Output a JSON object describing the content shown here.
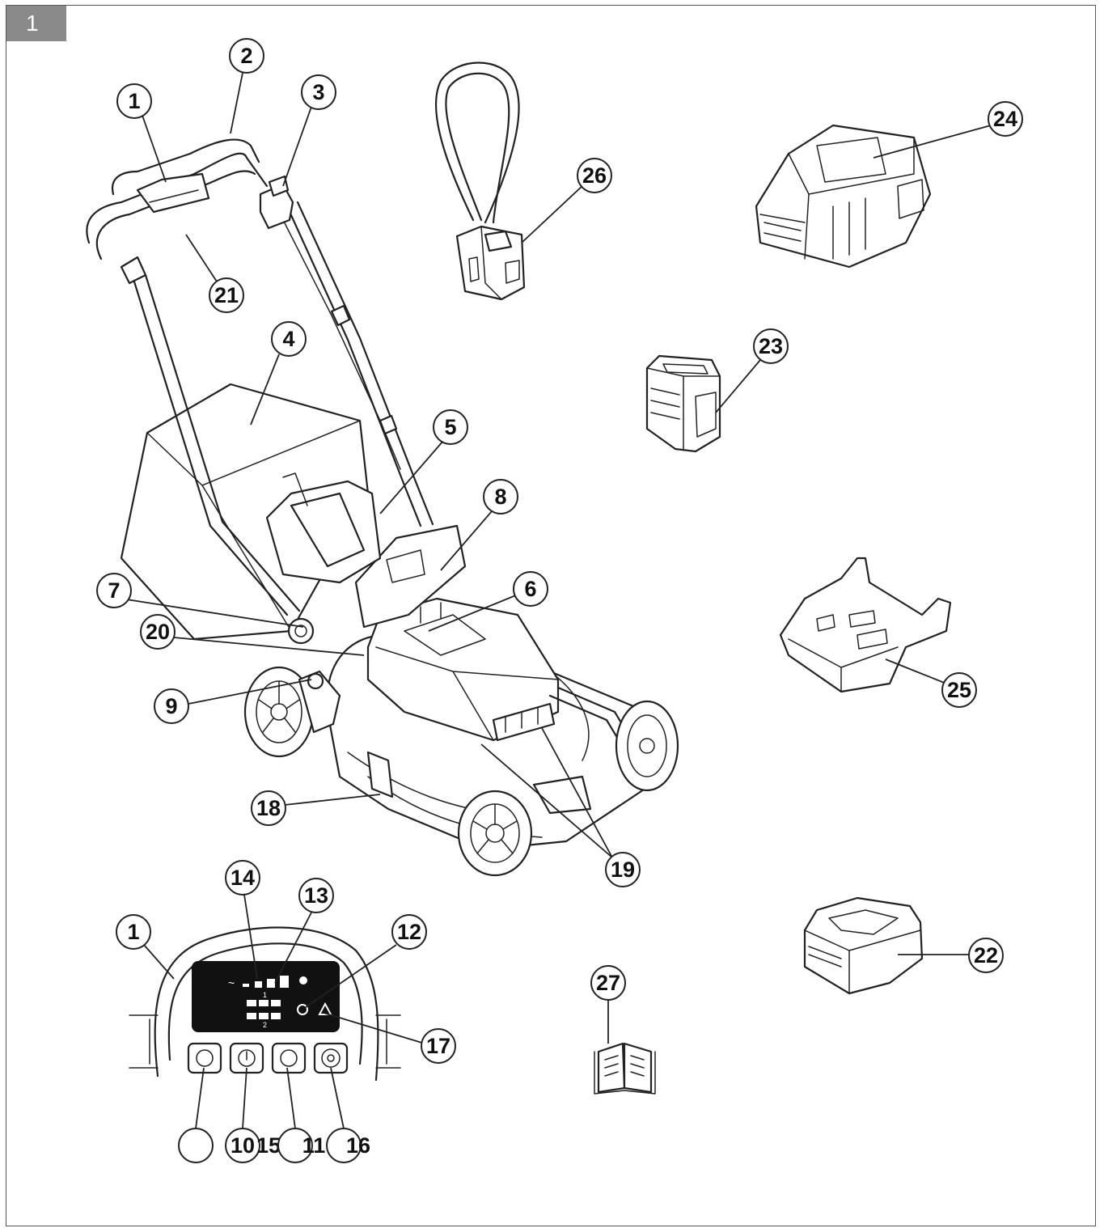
{
  "figure": {
    "number": "1"
  },
  "callouts": [
    {
      "id": "c1",
      "label": "1"
    },
    {
      "id": "c2",
      "label": "2"
    },
    {
      "id": "c3",
      "label": "3"
    },
    {
      "id": "c4",
      "label": "4"
    },
    {
      "id": "c5",
      "label": "5"
    },
    {
      "id": "c6",
      "label": "6"
    },
    {
      "id": "c7",
      "label": "7"
    },
    {
      "id": "c8",
      "label": "8"
    },
    {
      "id": "c9",
      "label": "9"
    },
    {
      "id": "c18",
      "label": "18"
    },
    {
      "id": "c19",
      "label": "19"
    },
    {
      "id": "c20",
      "label": "20"
    },
    {
      "id": "c21",
      "label": "21"
    },
    {
      "id": "c22",
      "label": "22"
    },
    {
      "id": "c23",
      "label": "23"
    },
    {
      "id": "c24",
      "label": "24"
    },
    {
      "id": "c25",
      "label": "25"
    },
    {
      "id": "c26",
      "label": "26"
    },
    {
      "id": "c27",
      "label": "27"
    },
    {
      "id": "c1b",
      "label": "1"
    },
    {
      "id": "c12",
      "label": "12"
    },
    {
      "id": "c13",
      "label": "13"
    },
    {
      "id": "c14",
      "label": "14"
    },
    {
      "id": "c17",
      "label": "17"
    },
    {
      "id": "c10",
      "label": "10"
    },
    {
      "id": "c15",
      "label": "15"
    },
    {
      "id": "c11",
      "label": "11"
    },
    {
      "id": "c16",
      "label": "16"
    }
  ],
  "panel": {
    "row1_mark": "1",
    "row2_mark": "2"
  }
}
